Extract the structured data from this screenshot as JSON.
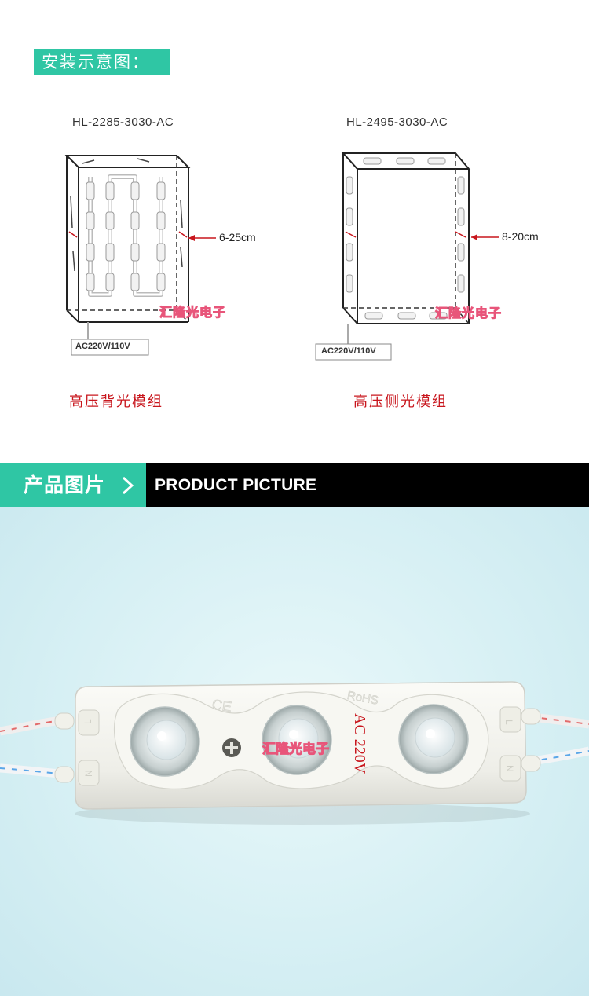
{
  "install": {
    "title": "安装示意图："
  },
  "diagrams": {
    "left": {
      "model": "HL-2285-3030-AC",
      "depth": "6-25cm",
      "power": "AC220V/110V",
      "watermark": "汇隆光电子",
      "caption": "高压背光模组"
    },
    "right": {
      "model": "HL-2495-3030-AC",
      "depth": "8-20cm",
      "power": "AC220V/110V",
      "watermark": "汇隆光电子",
      "caption": "高压侧光模组"
    }
  },
  "banner": {
    "title_cn": "产品图片",
    "title_en": "PRODUCT PICTURE"
  },
  "product": {
    "ce_mark": "CE",
    "rohs_mark": "RoHS",
    "voltage_mark": "AC 220V",
    "watermark": "汇隆光电子",
    "wire_left_top": "L",
    "wire_left_bottom": "N",
    "wire_right_top": "L",
    "wire_right_bottom": "N"
  },
  "colors": {
    "accent": "#2fc6a4",
    "caption_red": "#c8161d",
    "banner_black": "#000000",
    "watermark_pink": "#e8557a"
  }
}
